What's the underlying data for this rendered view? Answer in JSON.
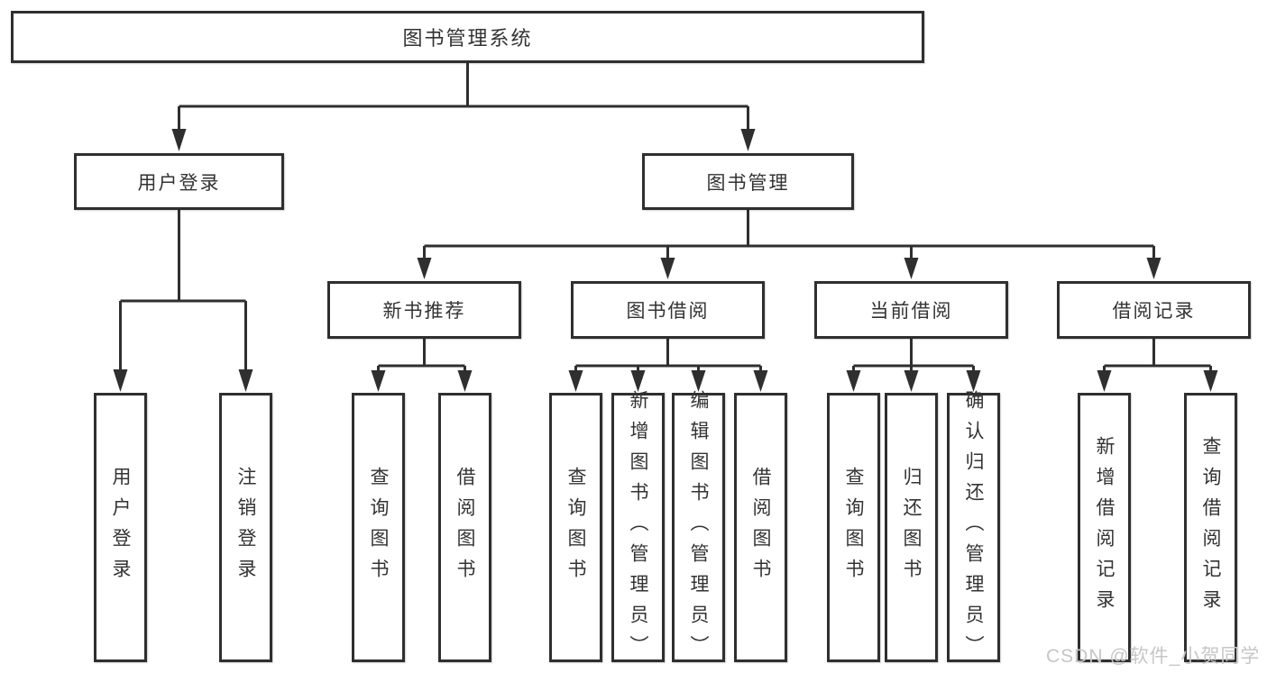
{
  "colors": {
    "line": "#2f2f2f",
    "box_border": "#2f2f2f",
    "text": "#333333",
    "watermark": "#c6c6c6",
    "background": "#ffffff"
  },
  "diagram": {
    "title": "图书管理系统",
    "branches": [
      {
        "label": "用户登录",
        "children": [
          {
            "label": "用户登录"
          },
          {
            "label": "注销登录"
          }
        ]
      },
      {
        "label": "图书管理",
        "children": [
          {
            "label": "新书推荐",
            "children": [
              {
                "label": "查询图书"
              },
              {
                "label": "借阅图书"
              }
            ]
          },
          {
            "label": "图书借阅",
            "children": [
              {
                "label": "查询图书"
              },
              {
                "label": "新增图书（管理员）"
              },
              {
                "label": "编辑图书（管理员）"
              },
              {
                "label": "借阅图书"
              }
            ]
          },
          {
            "label": "当前借阅",
            "children": [
              {
                "label": "查询图书"
              },
              {
                "label": "归还图书"
              },
              {
                "label": "确认归还（管理员）"
              }
            ]
          },
          {
            "label": "借阅记录",
            "children": [
              {
                "label": "新增借阅记录"
              },
              {
                "label": "查询借阅记录"
              }
            ]
          }
        ]
      }
    ]
  },
  "watermark": {
    "text": "CSDN @软件_小贺同学"
  }
}
